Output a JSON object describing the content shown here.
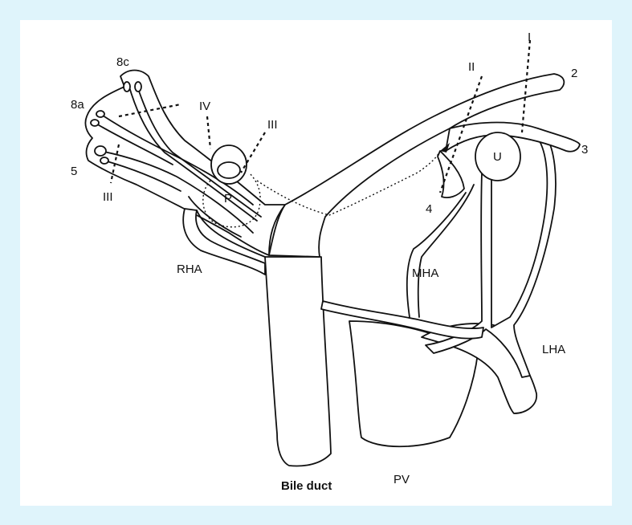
{
  "labels": {
    "seg_8c": "8c",
    "seg_8a": "8a",
    "seg_5": "5",
    "seg_IV": "IV",
    "seg_III_top": "III",
    "seg_III_bottom": "III",
    "seg_II": "II",
    "seg_I": "I",
    "seg_2": "2",
    "seg_3": "3",
    "seg_4": "4",
    "portal_P": "P",
    "umbilical_U": "U",
    "rha": "RHA",
    "mha": "MHA",
    "lha": "LHA",
    "bile_duct": "Bile duct",
    "pv": "PV"
  },
  "colors": {
    "background": "#dff4fb",
    "panel": "#ffffff",
    "ink": "#111111"
  }
}
